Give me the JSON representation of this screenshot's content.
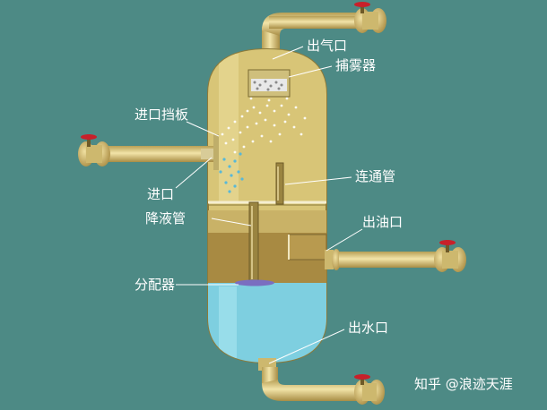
{
  "labels": {
    "gas_outlet": "出气口",
    "mist_eliminator": "捕雾器",
    "inlet_baffle": "进口挡板",
    "connecting_pipe": "连通管",
    "inlet": "进口",
    "downcomer": "降液管",
    "oil_outlet": "出油口",
    "distributor": "分配器",
    "water_outlet": "出水口"
  },
  "watermark": "知乎 @浪迹天涯",
  "colors": {
    "background": "#4d8a85",
    "vessel_gas": "#d8c577",
    "oil": "#a88a42",
    "water": "#7ecfe0",
    "pipe": "#d9c57a",
    "valve": "#c8202a"
  }
}
